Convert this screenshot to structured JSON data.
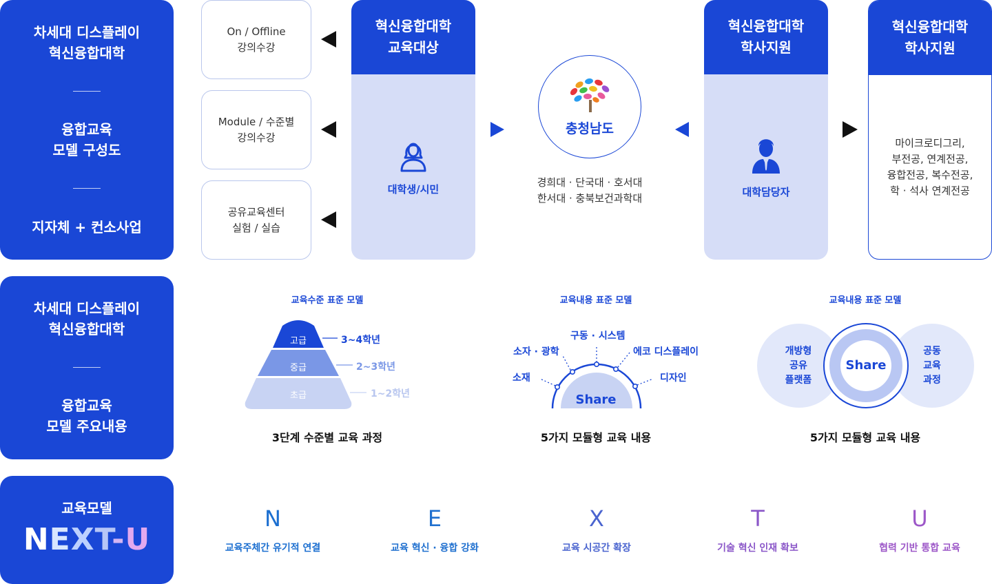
{
  "left_blocks": [
    {
      "lines": [
        "차세대 디스플레이",
        "혁신융합대학"
      ],
      "lines2": [
        "융합교육",
        "모델 구성도"
      ],
      "lines3": [
        "지자체 + 컨소사업"
      ]
    },
    {
      "lines": [
        "차세대 디스플레이",
        "혁신융합대학"
      ],
      "lines2": [
        "융합교육",
        "모델 주요내용"
      ]
    },
    {
      "title": "교육모델",
      "logo": [
        "N",
        "E",
        "X",
        "T",
        "-",
        "U"
      ]
    }
  ],
  "outline_boxes": [
    {
      "l1": "On / Offline",
      "l2": "강의수강"
    },
    {
      "l1": "Module / 수준별",
      "l2": "강의수강"
    },
    {
      "l1": "공유교육센터",
      "l2": "실험 / 실습"
    }
  ],
  "card_target": {
    "h1": "혁신융합대학",
    "h2": "교육대상",
    "label": "대학생/시민",
    "icon": "student-icon"
  },
  "center": {
    "logo_text": "충청남도",
    "line1": "경희대 · 단국대 · 호서대",
    "line2": "한서대 · 충북보건과학대",
    "icon": "chungnam-tree-logo"
  },
  "card_staff": {
    "h1": "혁신융합대학",
    "h2": "학사지원",
    "label": "대학담당자",
    "icon": "staff-icon"
  },
  "card_support": {
    "h1": "혁신융합대학",
    "h2": "학사지원",
    "lines": [
      "마이크로디그리,",
      "부전공, 연계전공,",
      "융합전공, 복수전공,",
      "학 · 석사 연계전공"
    ]
  },
  "section1": {
    "title": "교육수준 표준 모델",
    "levels": [
      {
        "name": "고급",
        "years": "3~4학년"
      },
      {
        "name": "중급",
        "years": "2~3학년"
      },
      {
        "name": "초급",
        "years": "1~2학년"
      }
    ],
    "caption": "3단계 수준별 교육 과정"
  },
  "section2": {
    "title": "교육내용 표준 모델",
    "labels": [
      "소재",
      "소자 · 광학",
      "구동 · 시스템",
      "에코 디스플레이",
      "디자인"
    ],
    "center": "Share",
    "caption": "5가지 모듈형 교육 내용"
  },
  "section3": {
    "title": "교육내용 표준 모델",
    "left": [
      "개방형",
      "공유",
      "플랫폼"
    ],
    "center": "Share",
    "right": [
      "공동",
      "교육",
      "과정"
    ],
    "caption": "5가지 모듈형 교육 내용"
  },
  "next_u": [
    {
      "letter": "N",
      "desc": "교육주체간 유기적 연결",
      "color": "#1c6fd0"
    },
    {
      "letter": "E",
      "desc": "교육 혁신 · 융합 강화",
      "color": "#2070cf"
    },
    {
      "letter": "X",
      "desc": "교육 시공간 확장",
      "color": "#4a64cf"
    },
    {
      "letter": "T",
      "desc": "기술 혁신 인재 확보",
      "color": "#8a56c8"
    },
    {
      "letter": "U",
      "desc": "협력 기반 통합 교육",
      "color": "#9d58c8"
    }
  ],
  "colors": {
    "primary": "#1a47d6",
    "light": "#d6ddf7"
  }
}
